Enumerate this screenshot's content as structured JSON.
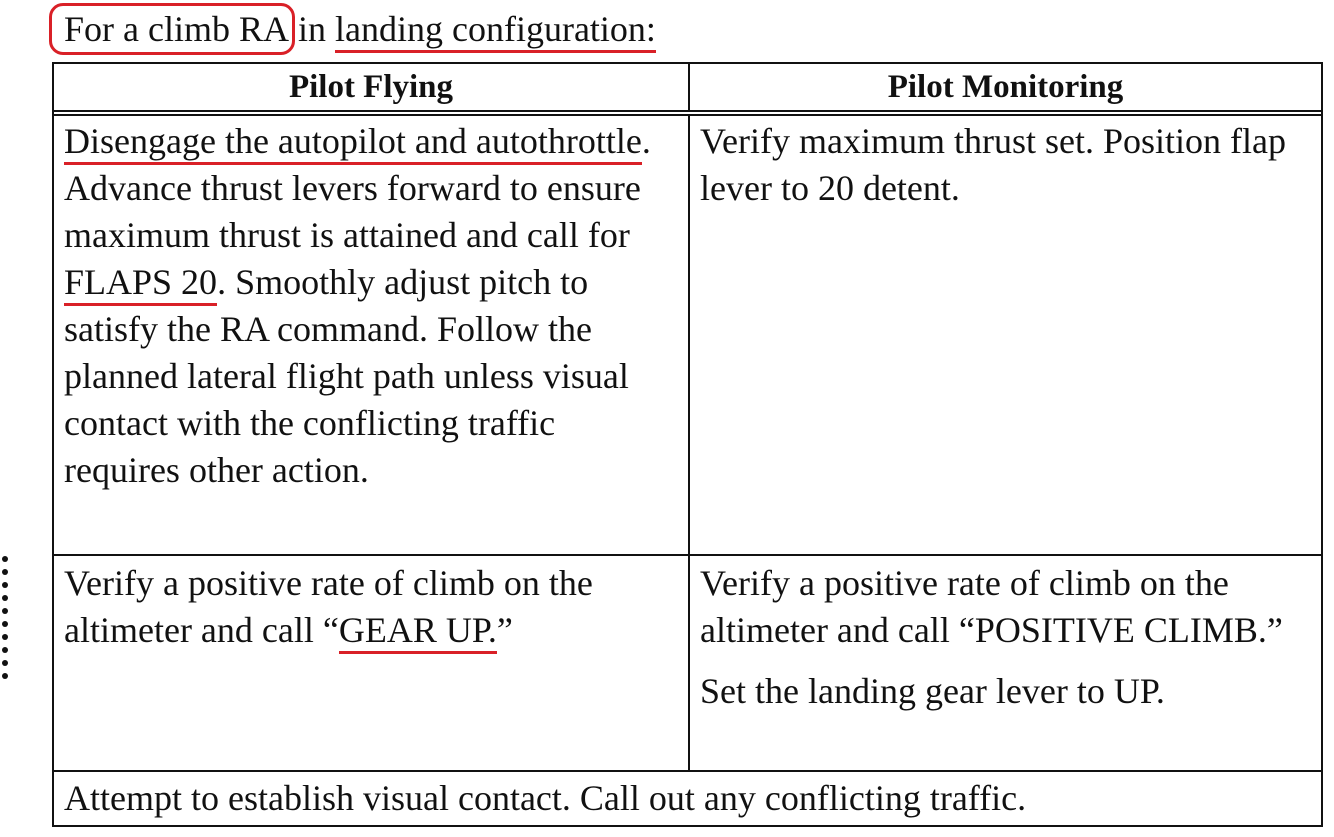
{
  "heading": {
    "part1": "For a climb RA",
    "part2": " in ",
    "part3": "landing configuration:"
  },
  "table": {
    "headers": [
      "Pilot Flying",
      "Pilot Monitoring"
    ],
    "row1": {
      "pf": {
        "seg1": "Disengage the autopilot and autothrottle",
        "seg2": ". Advance thrust levers forward to ensure maximum thrust is attained and call for ",
        "seg3": "FLAPS 20",
        "seg4": ". Smoothly adjust pitch to satisfy the RA command. Follow the planned lateral flight path unless visual contact with the conflicting traffic requires other action."
      },
      "pm": "Verify maximum thrust set. Position flap lever to 20 detent."
    },
    "row2": {
      "pf": {
        "seg1": "Verify a positive rate of climb on the altimeter and call “",
        "seg2": "GEAR UP.",
        "seg3": "”"
      },
      "pm": {
        "line1": "Verify a positive rate of climb on the altimeter and call “POSITIVE CLIMB.”",
        "line2": "Set the landing gear lever to UP."
      }
    },
    "row3": "Attempt to establish visual contact. Call out any conflicting traffic."
  },
  "colors": {
    "annotation": "#d92027",
    "text": "#111111"
  }
}
